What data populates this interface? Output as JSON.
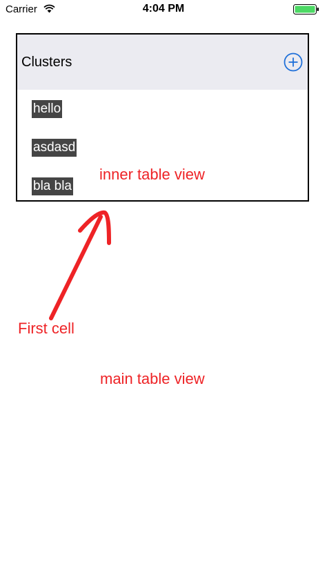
{
  "status_bar": {
    "carrier": "Carrier",
    "time": "4:04 PM",
    "wifi_icon": "wifi-icon",
    "battery_icon": "battery-full-icon",
    "battery_color": "#4cd964"
  },
  "inner_table": {
    "header_title": "Clusters",
    "add_icon": "plus-circle-icon",
    "accent_color": "#1e6fd9",
    "rows": [
      {
        "label": "hello"
      },
      {
        "label": "asdasd"
      },
      {
        "label": "bla bla"
      }
    ]
  },
  "annotations": {
    "inner_label": "inner table view",
    "first_cell_label": "First cell",
    "main_label": "main table view",
    "color": "#ee2326",
    "arrow_icon": "hand-drawn-arrow"
  }
}
